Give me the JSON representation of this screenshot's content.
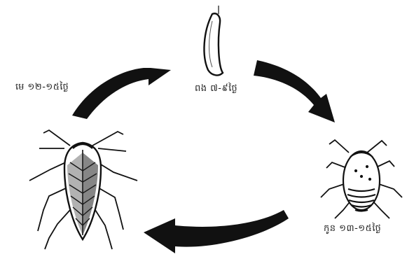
{
  "diagram": {
    "stages": [
      {
        "id": "egg",
        "label": "ពង ៧-៩ថ្ងៃ"
      },
      {
        "id": "nymph",
        "label": "កូន ១៣-១៥ថ្ងៃ"
      },
      {
        "id": "adult",
        "label": "មេ ១២-១៥ថ្ងៃ"
      }
    ],
    "colors": {
      "ink": "#111111",
      "paper": "#ffffff"
    },
    "arrows": [
      {
        "from": "adult",
        "to": "egg"
      },
      {
        "from": "egg",
        "to": "nymph"
      },
      {
        "from": "nymph",
        "to": "adult"
      }
    ]
  }
}
